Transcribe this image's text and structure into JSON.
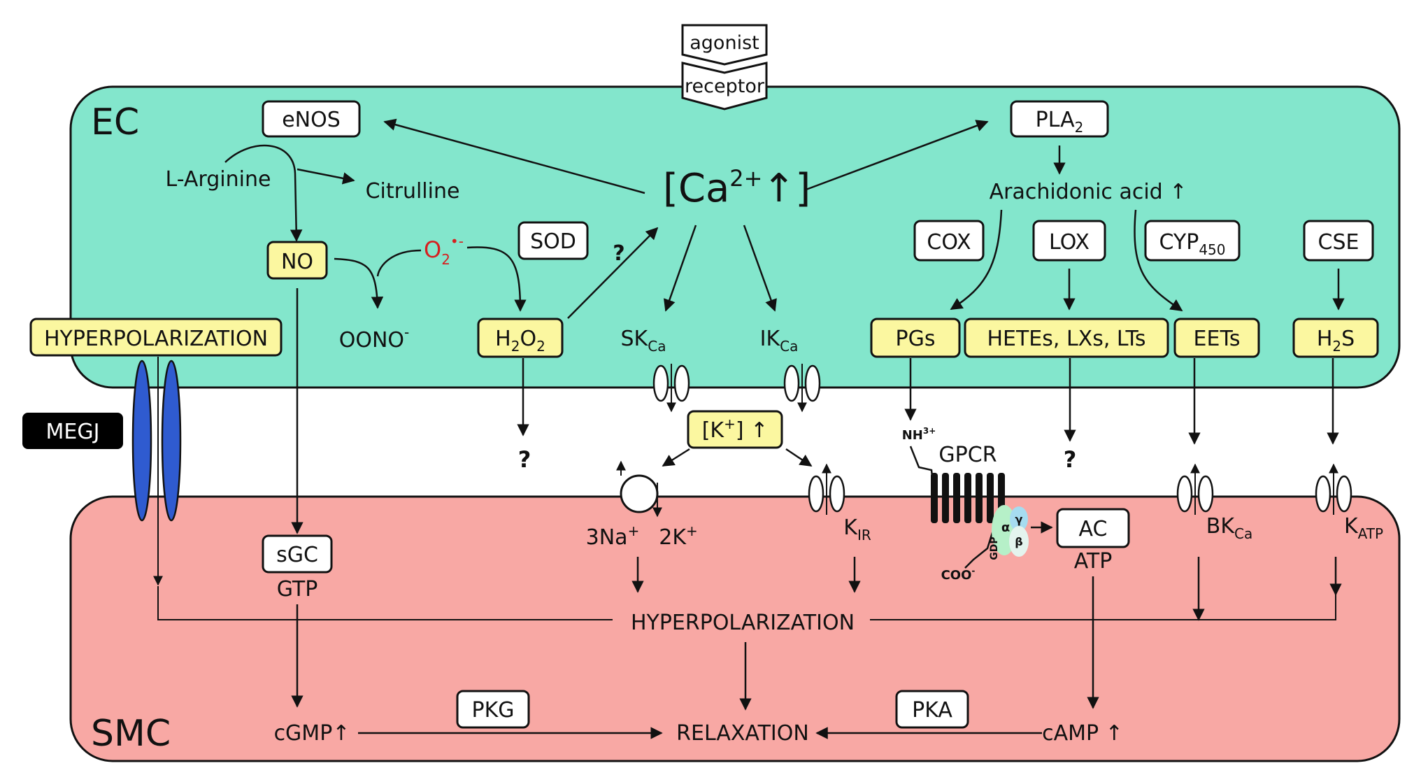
{
  "cells": {
    "ec": "EC",
    "smc": "SMC"
  },
  "colors": {
    "ec": "#83e6cc",
    "smc": "#f8a8a4",
    "highlight": "#fbf7a0",
    "superoxide": "#d61f1f",
    "megj": "#000000",
    "gap_junction": "#2f5bd0",
    "g_alpha": "#b6f0c8",
    "g_beta": "#e4f4ee",
    "g_gamma": "#a6dcf0"
  },
  "top": {
    "agonist": "agonist",
    "receptor": "receptor"
  },
  "calcium": {
    "open": "[Ca",
    "sup": "2+",
    "arrow": "↑",
    "close": "]"
  },
  "ec_labels": {
    "enos": "eNOS",
    "l_arginine": "L-Arginine",
    "citrulline": "Citrulline",
    "no": "NO",
    "o2": "O",
    "o2_sub": "2",
    "o2_sup": "•-",
    "sod": "SOD",
    "oono": "OONO",
    "oono_sup": "-",
    "h2o2": [
      "H",
      "2",
      "O",
      "2"
    ],
    "question": "?",
    "hyperpolarization": "HYPERPOLARIZATION",
    "sk": "SK",
    "sk_sub": "Ca",
    "ik": "IK",
    "ik_sub": "Ca",
    "pla2": "PLA",
    "pla2_sub": "2",
    "arachidonic": "Arachidonic acid ↑",
    "cox": "COX",
    "lox": "LOX",
    "cyp": "CYP",
    "cyp_sub": "450",
    "cse": "CSE",
    "pgs": "PGs",
    "hetes": "HETEs, LXs, LTs",
    "eets": "EETs",
    "h2s": "H",
    "h2s_sub": "2",
    "h2s_end": "S"
  },
  "gap": {
    "megj": "MEGJ",
    "k_plus": "[K",
    "k_sup": "+",
    "k_end": "] ↑",
    "q1": "?",
    "q2": "?",
    "nh3": "NH",
    "nh3_sup": "3+",
    "gpcr": "GPCR"
  },
  "smc_labels": {
    "sgc": "sGC",
    "gtp": "GTP",
    "na": "3Na",
    "na_sup": "+",
    "k2": "2K",
    "k2_sup": "+",
    "kir": "K",
    "kir_sub": "IR",
    "coo": "COO",
    "coo_sup": "-",
    "gdp": "GDP",
    "alpha": "α",
    "beta": "β",
    "gamma": "γ",
    "ac": "AC",
    "atp": "ATP",
    "bk": "BK",
    "bk_sub": "Ca",
    "katp": "K",
    "katp_sub": "ATP",
    "hyperpolarization": "HYPERPOLARIZATION",
    "pkg": "PKG",
    "pka": "PKA",
    "cgmp": "cGMP↑",
    "relaxation": "RELAXATION",
    "camp": "cAMP ↑"
  }
}
